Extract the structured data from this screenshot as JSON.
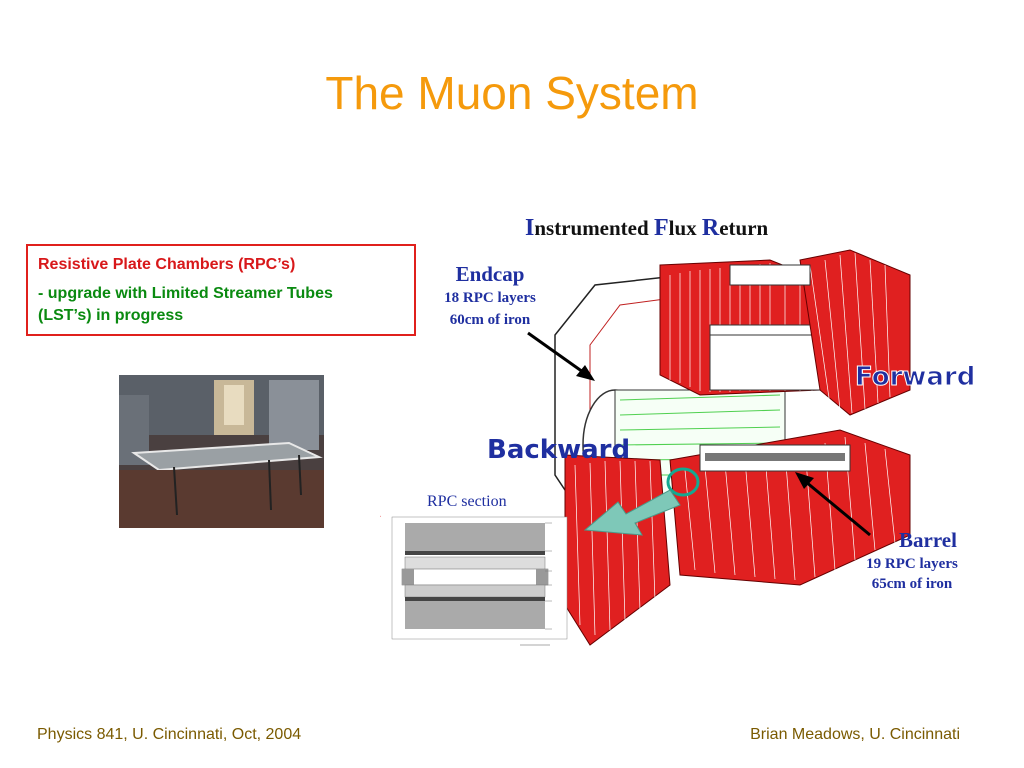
{
  "slide": {
    "title": "The Muon System",
    "rpc_box": {
      "line1": "Resistive Plate Chambers (RPC’s)",
      "line2a": "- upgrade with Limited Streamer Tubes",
      "line2b": "(LST’s) in progress"
    },
    "diagram": {
      "header_I": "I",
      "header_nstrumented": "nstrumented ",
      "header_F": "F",
      "header_lux": "lux ",
      "header_R": "R",
      "header_eturn": "eturn",
      "endcap_title": "Endcap",
      "endcap_layers": "18 RPC layers",
      "endcap_iron": "60cm of iron",
      "forward_label": "Forward",
      "backward_label": "Backward",
      "barrel_title": "Barrel",
      "barrel_layers": "19 RPC layers",
      "barrel_iron": "65cm of iron",
      "rpc_section_label": "RPC section"
    },
    "footer_left": "Physics 841, U. Cincinnati, Oct, 2004",
    "footer_right": "Brian Meadows, U. Cincinnati"
  },
  "colors": {
    "title": "#f59a0c",
    "box_border": "#e0201c",
    "red_text": "#d8181a",
    "green_text": "#0a8a10",
    "diagram_blue": "#1f2fa0",
    "iron_red": "#e02020",
    "footer": "#7a5a00"
  }
}
